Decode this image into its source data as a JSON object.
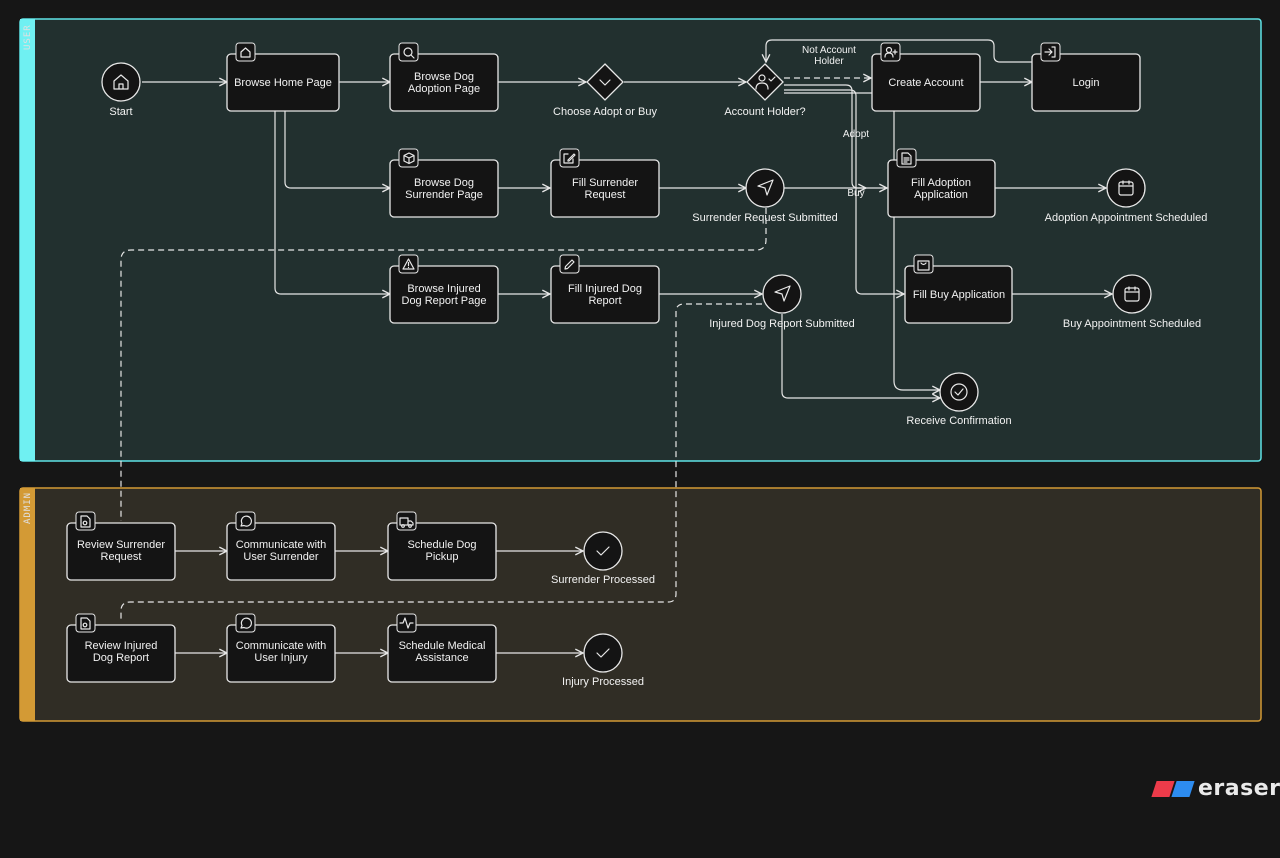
{
  "colors": {
    "user_lane_border": "#5fe3e6",
    "user_lane_fill": "#22302f",
    "user_lane_strip": "#6ff0f2",
    "admin_lane_border": "#d39a35",
    "admin_lane_fill": "#302d25",
    "admin_lane_strip": "#d39a35",
    "background": "#161616",
    "brand_red": "#ec3b4a",
    "brand_blue": "#2d8cf0"
  },
  "lanes": {
    "user": "USER",
    "admin": "ADMIN"
  },
  "nodes": {
    "start": "Start",
    "browse_home": "Browse Home Page",
    "browse_adoption": [
      "Browse Dog",
      "Adoption Page"
    ],
    "choose": "Choose Adopt or Buy",
    "account_holder": "Account Holder?",
    "create_account": "Create Account",
    "login": "Login",
    "browse_surrender": [
      "Browse Dog",
      "Surrender Page"
    ],
    "fill_surrender": [
      "Fill Surrender",
      "Request"
    ],
    "surrender_submitted": "Surrender Request Submitted",
    "fill_adoption": [
      "Fill Adoption",
      "Application"
    ],
    "adoption_scheduled": "Adoption Appointment Scheduled",
    "browse_injured": [
      "Browse Injured",
      "Dog Report Page"
    ],
    "fill_injured": [
      "Fill Injured Dog",
      "Report"
    ],
    "injured_submitted": "Injured Dog Report Submitted",
    "fill_buy": "Fill Buy Application",
    "buy_scheduled": "Buy Appointment Scheduled",
    "receive_confirmation": "Receive Confirmation",
    "review_surrender": [
      "Review Surrender",
      "Request"
    ],
    "comm_surrender": [
      "Communicate with",
      "User Surrender"
    ],
    "schedule_pickup": [
      "Schedule Dog",
      "Pickup"
    ],
    "surrender_processed": "Surrender Processed",
    "review_injured": [
      "Review Injured",
      "Dog Report"
    ],
    "comm_injury": [
      "Communicate with",
      "User Injury"
    ],
    "schedule_medical": [
      "Schedule Medical",
      "Assistance"
    ],
    "injury_processed": "Injury Processed"
  },
  "edge_labels": {
    "not_account_holder": [
      "Not Account",
      "Holder"
    ],
    "adopt": "Adopt",
    "buy": "Buy"
  },
  "icons": {
    "start": "home-icon",
    "browse_home": "home-icon",
    "browse_adoption": "search-icon",
    "choose": "chevron-down-icon",
    "account_holder": "user-check-icon",
    "create_account": "user-plus-icon",
    "login": "log-in-icon",
    "browse_surrender": "box-icon",
    "fill_surrender": "edit-icon",
    "submitted": "send-icon",
    "fill_adoption": "file-text-icon",
    "calendar": "calendar-icon",
    "browse_injured": "alert-triangle-icon",
    "fill_injured": "pencil-icon",
    "fill_buy": "shopping-bag-icon",
    "confirmation": "check-circle-icon",
    "review": "file-search-icon",
    "communicate": "message-circle-icon",
    "pickup": "truck-icon",
    "processed": "check-icon",
    "medical": "activity-icon"
  },
  "brand": {
    "name": "eraser"
  }
}
